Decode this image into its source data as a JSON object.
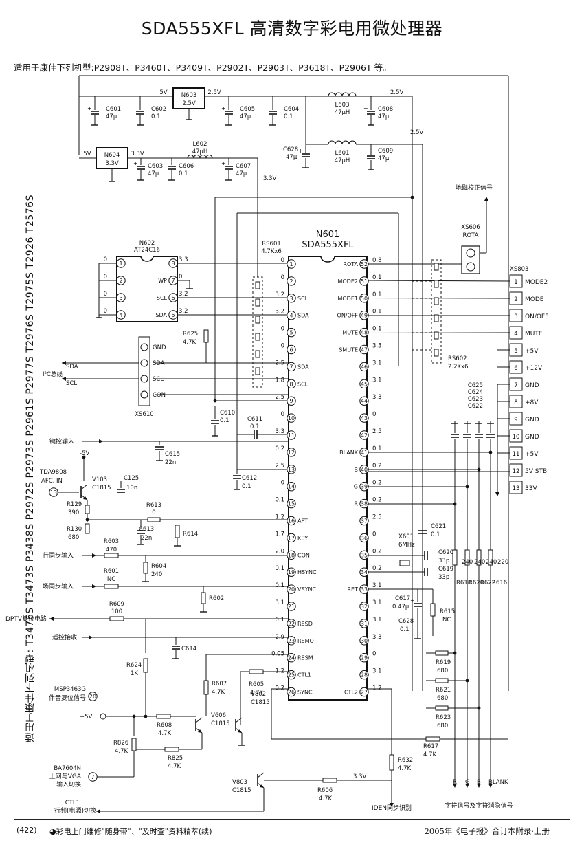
{
  "title": "SDA555XFL 高清数字彩电用微处理器",
  "subtitle": "适用于康佳下列机型:P2908T、P3460T、P3409T、P2902T、P2903T、P3618T、P2906T 等。",
  "vertical_models": "适用于康佳下列机型: T3476S T3473S P3438S P2972S P2973S P2961S P2977S T2976S T2975S T2926 T2576S",
  "footer": {
    "page_number": "(422)",
    "left_text": "◕彩电上门维修\"随身带\"、\"及时查\"资料精萃(续)",
    "right_text": "2005年《电子报》合订本附录·上册"
  },
  "main_ic": {
    "ref": "N601",
    "part": "SDA555XFL",
    "left_pins": [
      {
        "n": "1",
        "v": "0",
        "name": ""
      },
      {
        "n": "2",
        "v": "0",
        "name": ""
      },
      {
        "n": "3",
        "v": "3.2",
        "name": "SCL"
      },
      {
        "n": "4",
        "v": "3.2",
        "name": "SDA"
      },
      {
        "n": "5",
        "v": "0",
        "name": ""
      },
      {
        "n": "6",
        "v": "0",
        "name": ""
      },
      {
        "n": "7",
        "v": "2.5",
        "name": "SDA"
      },
      {
        "n": "8",
        "v": "1.8",
        "name": "SCL"
      },
      {
        "n": "9",
        "v": "2.5",
        "name": ""
      },
      {
        "n": "10",
        "v": "0",
        "name": ""
      },
      {
        "n": "11",
        "v": "3.3",
        "name": ""
      },
      {
        "n": "12",
        "v": "0.2",
        "name": ""
      },
      {
        "n": "13",
        "v": "2.5",
        "name": ""
      },
      {
        "n": "14",
        "v": "0",
        "name": ""
      },
      {
        "n": "15",
        "v": "0.1",
        "name": ""
      },
      {
        "n": "16",
        "v": "1.2",
        "name": "AFT"
      },
      {
        "n": "17",
        "v": "1.7",
        "name": "KEY"
      },
      {
        "n": "18",
        "v": "2.0",
        "name": "CON"
      },
      {
        "n": "19",
        "v": "0.1",
        "name": "HSYNC"
      },
      {
        "n": "20",
        "v": "0.1",
        "name": "VSYNC"
      },
      {
        "n": "21",
        "v": "3.1",
        "name": ""
      },
      {
        "n": "22",
        "v": "0.1",
        "name": "RESD"
      },
      {
        "n": "23",
        "v": "2.9",
        "name": "REMO"
      },
      {
        "n": "24",
        "v": "0.05",
        "name": "RESM"
      },
      {
        "n": "25",
        "v": "1.2",
        "name": "CTL1"
      },
      {
        "n": "26",
        "v": "0.2",
        "name": "SYNC"
      }
    ],
    "right_pins": [
      {
        "n": "52",
        "v": "0.8",
        "name": "ROTA"
      },
      {
        "n": "51",
        "v": "0.1",
        "name": "MODE2"
      },
      {
        "n": "50",
        "v": "0.1",
        "name": "MODE1"
      },
      {
        "n": "49",
        "v": "0.1",
        "name": "ON/OFF"
      },
      {
        "n": "48",
        "v": "0.1",
        "name": "MUTE"
      },
      {
        "n": "47",
        "v": "3.3",
        "name": "SMUTE"
      },
      {
        "n": "46",
        "v": "3.1",
        "name": ""
      },
      {
        "n": "45",
        "v": "3.1",
        "name": ""
      },
      {
        "n": "44",
        "v": "3.3",
        "name": ""
      },
      {
        "n": "43",
        "v": "0",
        "name": ""
      },
      {
        "n": "42",
        "v": "2.5",
        "name": ""
      },
      {
        "n": "41",
        "v": "0.1",
        "name": "BLANK"
      },
      {
        "n": "40",
        "v": "0.2",
        "name": "B"
      },
      {
        "n": "39",
        "v": "0.2",
        "name": "G"
      },
      {
        "n": "38",
        "v": "0.2",
        "name": "R"
      },
      {
        "n": "37",
        "v": "2.5",
        "name": ""
      },
      {
        "n": "36",
        "v": "0",
        "name": ""
      },
      {
        "n": "35",
        "v": "0.2",
        "name": ""
      },
      {
        "n": "34",
        "v": "0.2",
        "name": ""
      },
      {
        "n": "33",
        "v": "3.1",
        "name": "RET"
      },
      {
        "n": "32",
        "v": "3.1",
        "name": ""
      },
      {
        "n": "31",
        "v": "3.1",
        "name": ""
      },
      {
        "n": "30",
        "v": "3.3",
        "name": ""
      },
      {
        "n": "29",
        "v": "0",
        "name": ""
      },
      {
        "n": "28",
        "v": "3.1",
        "name": ""
      },
      {
        "n": "27",
        "v": "1.2",
        "name": "CTL2"
      }
    ]
  },
  "eeprom": {
    "ref": "N602",
    "part": "AT24C16",
    "left_pins": [
      "1",
      "2",
      "3",
      "4"
    ],
    "left_values": [
      "0",
      "0",
      "0",
      "0"
    ],
    "right_pins": [
      "8",
      "7",
      "6",
      "5"
    ],
    "right_values": [
      "3.3",
      "0",
      "3.2",
      "3.2"
    ],
    "right_names": [
      "",
      "WP",
      "SCL",
      "SDA"
    ]
  },
  "regulators": [
    {
      "ref": "N603",
      "v": "2.5V",
      "in": "5V",
      "out": "2.5V"
    },
    {
      "ref": "N604",
      "v": "3.3V",
      "in": "5V",
      "out": "3.3V"
    }
  ],
  "rail_labels": {
    "r25a": "2.5V",
    "r25b": "2.5V",
    "r25c": "2.5V",
    "r33": "3.3V"
  },
  "power_caps": [
    {
      "ref": "C601",
      "val": "47μ"
    },
    {
      "ref": "C602",
      "val": "0.1"
    },
    {
      "ref": "C605",
      "val": "47μ"
    },
    {
      "ref": "C604",
      "val": "0.1"
    },
    {
      "ref": "C608",
      "val": "47μ"
    },
    {
      "ref": "C609",
      "val": "47μ"
    },
    {
      "ref": "C628",
      "val": "47μ"
    },
    {
      "ref": "C603",
      "val": "47μ"
    },
    {
      "ref": "C606",
      "val": "0.1"
    },
    {
      "ref": "C607",
      "val": "47μ"
    }
  ],
  "inductors": [
    {
      "ref": "L603",
      "val": "47μH"
    },
    {
      "ref": "L601",
      "val": "47μH"
    },
    {
      "ref": "L602",
      "val": "47μH"
    }
  ],
  "rs601": {
    "ref": "RS601",
    "val": "4.7Kx6"
  },
  "rs602": {
    "ref": "RS602",
    "val": "2.2Kx6"
  },
  "r625": {
    "ref": "R625",
    "val": "4.7K"
  },
  "xs610": {
    "ref": "XS610",
    "pins": [
      "GND",
      "SDA",
      "SCL",
      "CON"
    ]
  },
  "xs606": {
    "ref": "XS606",
    "name": "ROTA",
    "signal": "地磁校正信号"
  },
  "xs803": {
    "ref": "XS803",
    "pins": [
      {
        "n": "1",
        "name": "MODE2"
      },
      {
        "n": "2",
        "name": "MODE"
      },
      {
        "n": "3",
        "name": "ON/OFF"
      },
      {
        "n": "4",
        "name": "MUTE"
      },
      {
        "n": "5",
        "name": "+5V"
      },
      {
        "n": "6",
        "name": "+12V"
      },
      {
        "n": "7",
        "name": "GND"
      },
      {
        "n": "8",
        "name": "+8V"
      },
      {
        "n": "9",
        "name": "GND"
      },
      {
        "n": "10",
        "name": "GND"
      },
      {
        "n": "11",
        "name": "+5V"
      },
      {
        "n": "12",
        "name": "5V STB"
      },
      {
        "n": "13",
        "name": "33V"
      }
    ]
  },
  "left_labels": {
    "sda": "SDA",
    "scl": "SCL",
    "i2c": "I²C总线",
    "key_in": "键控输入",
    "minus5v": "-5V",
    "tda": "TDA9808",
    "afc": "AFC. IN",
    "pin13": "13",
    "h_in": "行同步输入",
    "v_in": "场同步输入",
    "dptv": "DPTV复位电路",
    "remote": "遥控接收",
    "msp": "MSP3463G",
    "msp2": "伴音复位信号",
    "pin20": "20",
    "plus5v": "+5V",
    "ba": "BA7604N",
    "ba2": "上网与VGA",
    "ba3": "输入切换",
    "pin7": "7",
    "ctl1": "CTL1",
    "ctl1b": "行频(电源)切换"
  },
  "parts": {
    "v103": {
      "ref": "V103",
      "val": "C1815"
    },
    "c125": {
      "ref": "C125",
      "val": "10n"
    },
    "r129": {
      "ref": "R129",
      "val": "390"
    },
    "r130": {
      "ref": "R130",
      "val": "680"
    },
    "r613": {
      "ref": "R613",
      "val": "0"
    },
    "c613": {
      "ref": "C613",
      "val": "22n"
    },
    "r614": {
      "ref": "R614",
      "val": ""
    },
    "r603": {
      "ref": "R603",
      "val": "470"
    },
    "r604": {
      "ref": "R604",
      "val": "240"
    },
    "r601": {
      "ref": "R601",
      "val": "NC"
    },
    "r602": {
      "ref": "R602",
      "val": ""
    },
    "r609": {
      "ref": "R609",
      "val": "100"
    },
    "c614": {
      "ref": "C614",
      "val": ""
    },
    "r624": {
      "ref": "R624",
      "val": "1K"
    },
    "r607": {
      "ref": "R607",
      "val": "4.7K"
    },
    "r605": {
      "ref": "R605",
      "val": "4.7K"
    },
    "v606": {
      "ref": "V606",
      "val": "C1815"
    },
    "v802": {
      "ref": "V802",
      "val": "C1815"
    },
    "r608": {
      "ref": "R608",
      "val": "4.7K"
    },
    "r826": {
      "ref": "R826",
      "val": "4.7K"
    },
    "r825": {
      "ref": "R825",
      "val": "4.7K"
    },
    "v803": {
      "ref": "V803",
      "val": "C1815"
    },
    "r606": {
      "ref": "R606",
      "val": "4.7K"
    },
    "r606v": {
      "ref": "",
      "val": "3.3V"
    },
    "c610": {
      "ref": "C610",
      "val": "0.1"
    },
    "c611": {
      "ref": "C611",
      "val": "0.1"
    },
    "c612": {
      "ref": "C612",
      "val": "0.1"
    },
    "c615": {
      "ref": "C615",
      "val": "22n"
    },
    "c621": {
      "ref": "C621",
      "val": "0.1"
    },
    "x601": {
      "ref": "X601",
      "val": "6MHz"
    },
    "c620": {
      "ref": "C620",
      "val": "33p"
    },
    "c619": {
      "ref": "C619",
      "val": "33p"
    },
    "c617": {
      "ref": "C617",
      "val": "0.47μ"
    },
    "c628b": {
      "ref": "C628",
      "val": "0.1"
    },
    "r615": {
      "ref": "R615",
      "val": "NC"
    },
    "r632": {
      "ref": "R632",
      "val": "4.7K"
    },
    "r617": {
      "ref": "R617",
      "val": "4.7K"
    },
    "r619": {
      "ref": "R619",
      "val": "680"
    },
    "r621": {
      "ref": "R621",
      "val": "680"
    },
    "r623": {
      "ref": "R623",
      "val": "680"
    }
  },
  "c62x": [
    "C625",
    "C624",
    "C623",
    "C622"
  ],
  "r61x": [
    {
      "ref": "R618",
      "val": "240"
    },
    {
      "ref": "R620",
      "val": "240"
    },
    {
      "ref": "R622",
      "val": "240"
    },
    {
      "ref": "R616",
      "val": "220"
    }
  ],
  "bottom_labels": {
    "iden": "IDEN同步识别",
    "char": "字符信号及字符消隐信号",
    "rgb": [
      "R",
      "G",
      "B",
      "BLANK"
    ]
  }
}
